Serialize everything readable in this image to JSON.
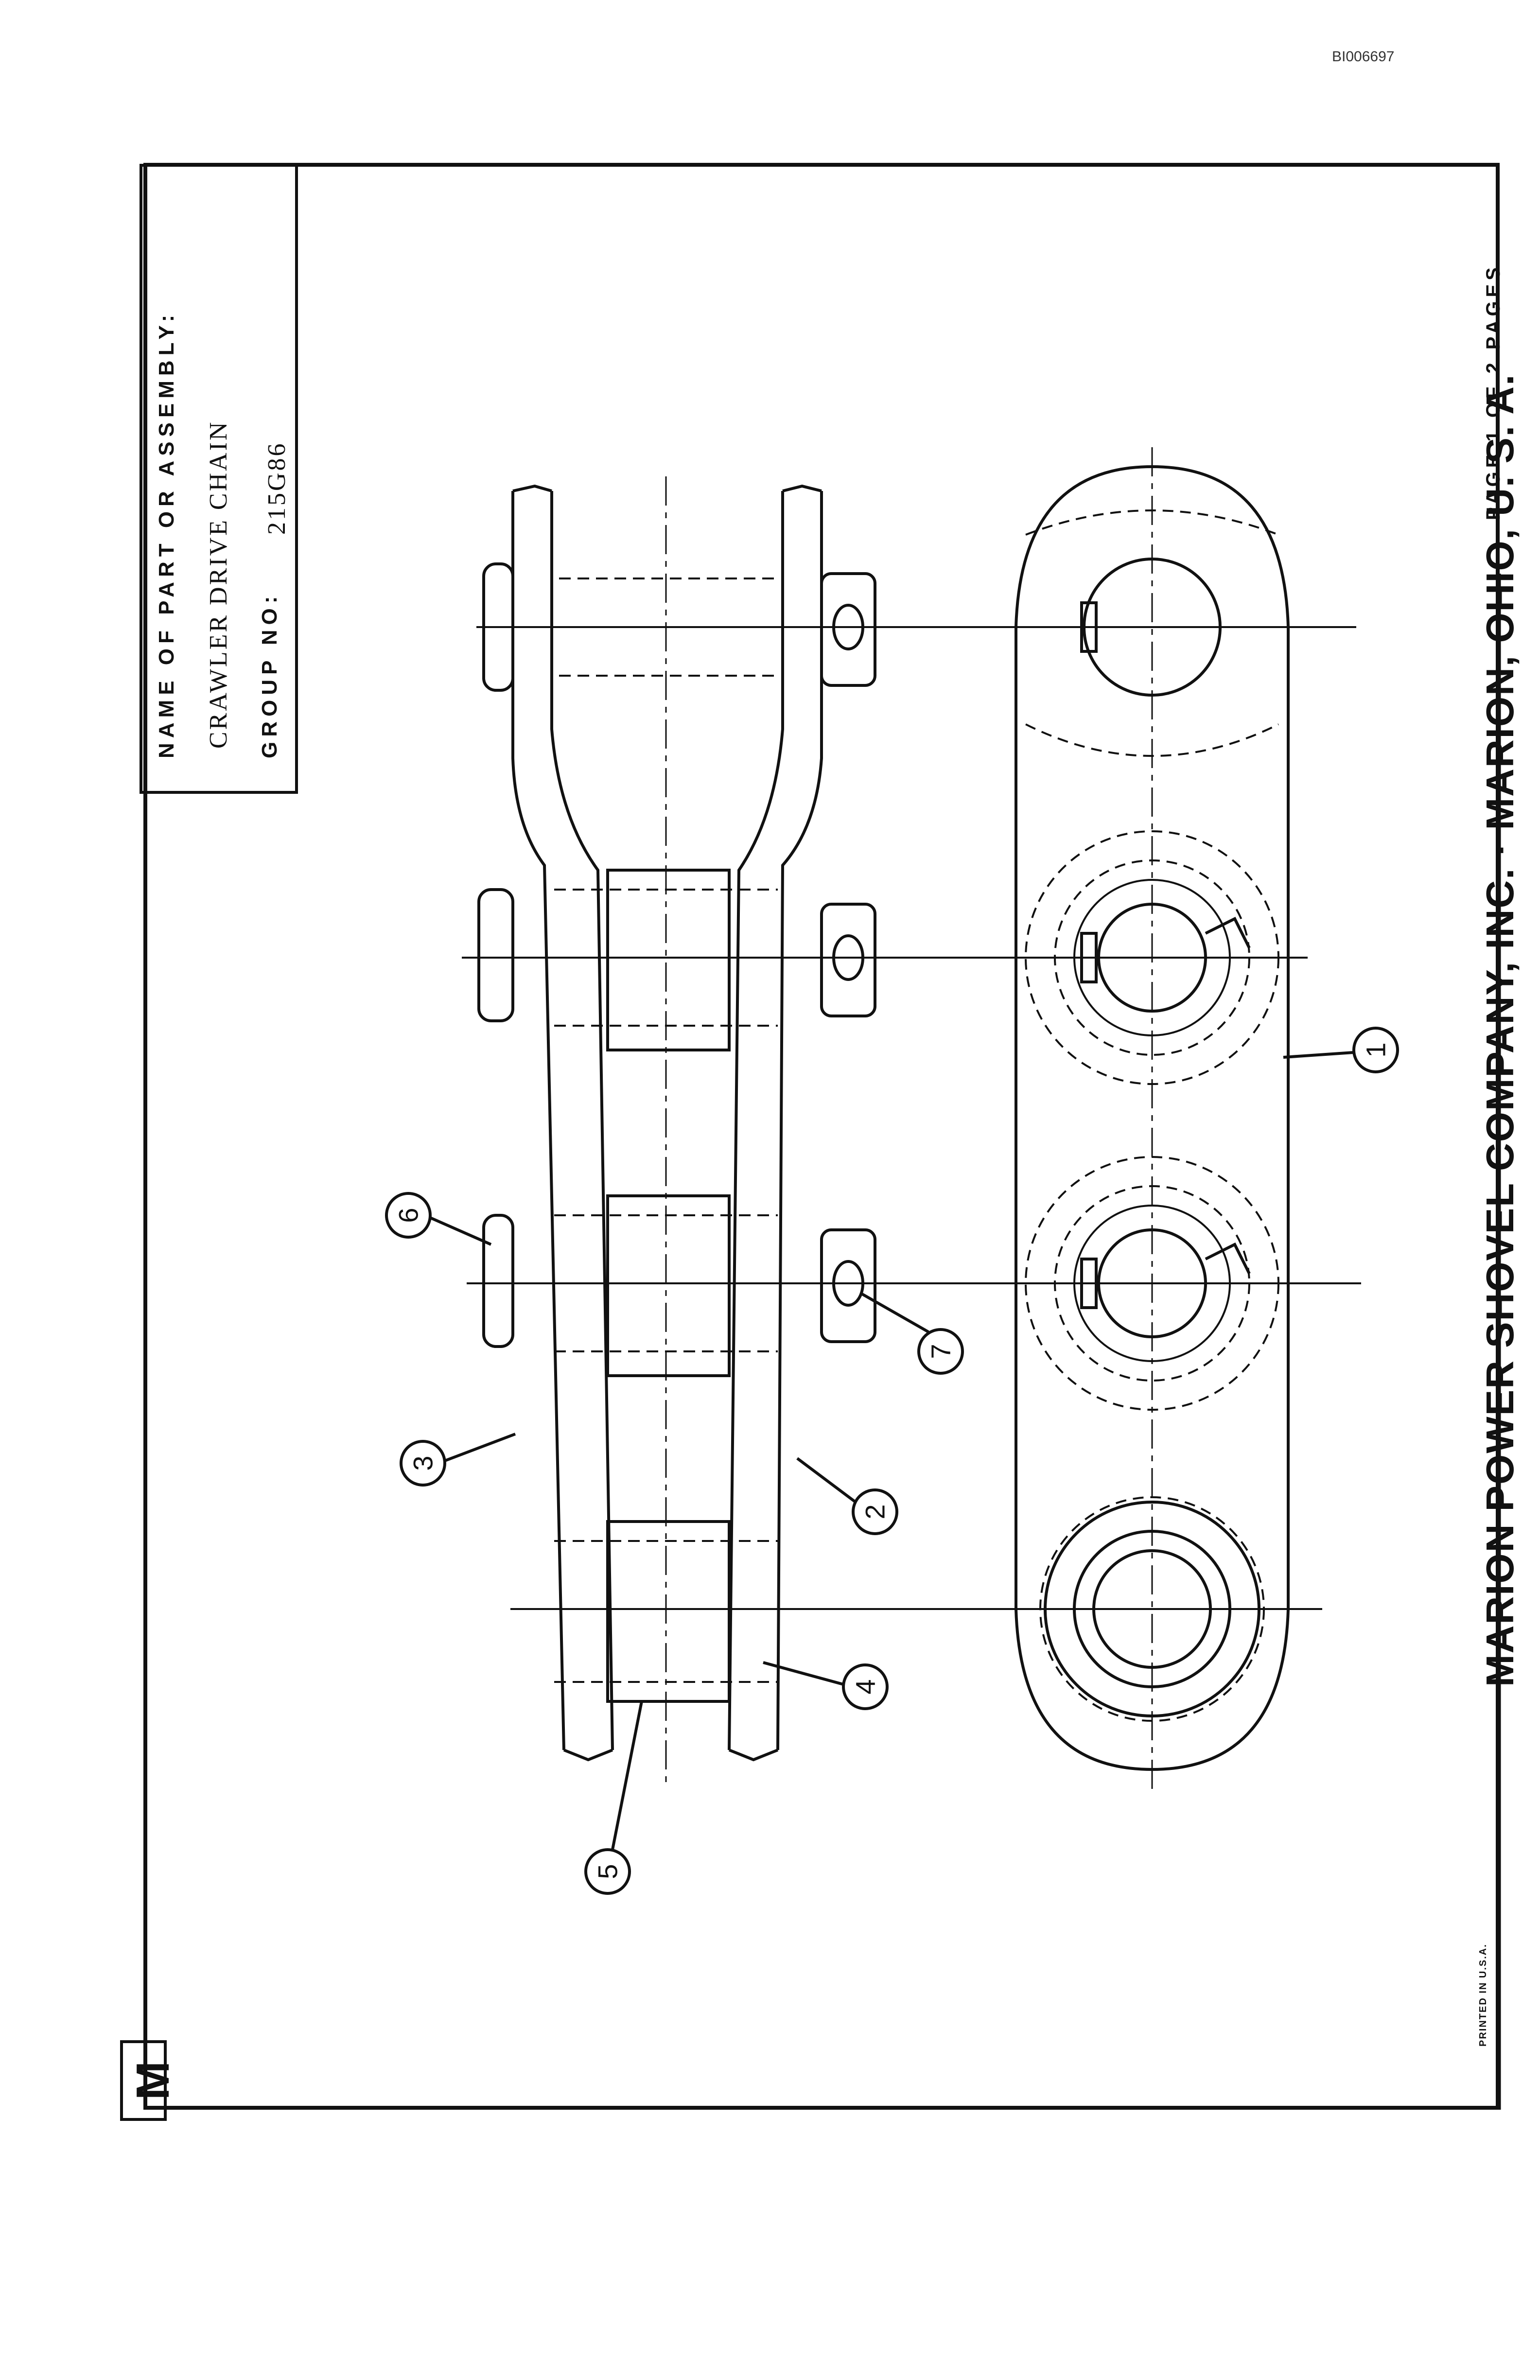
{
  "doc_id": "BI006697",
  "title_block": {
    "name_label": "NAME OF PART OR ASSEMBLY:",
    "name_value": "CRAWLER DRIVE CHAIN",
    "group_label": "GROUP NO:",
    "group_value": "215G86"
  },
  "footer": {
    "company": "MARION POWER SHOVEL COMPANY, INC. · MARION, OHIO, U. S. A.",
    "page": "PAGE  1  OF  2  PAGES",
    "printed": "PRINTED IN U.S.A.",
    "logo_letter": "M"
  },
  "callouts": [
    "1",
    "2",
    "3",
    "4",
    "5",
    "6",
    "7"
  ],
  "colors": {
    "ink": "#111111",
    "paper": "#ffffff"
  }
}
